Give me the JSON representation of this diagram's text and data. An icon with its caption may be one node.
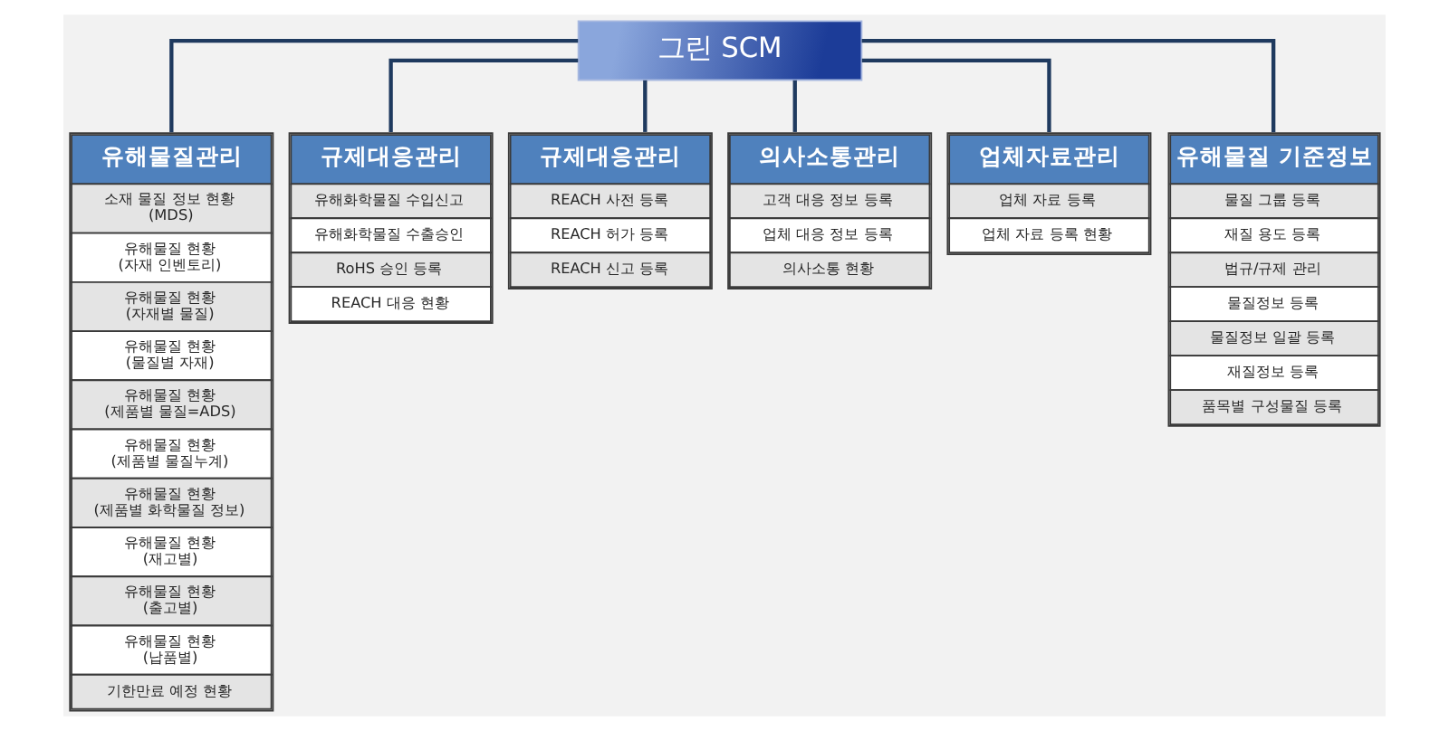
{
  "diagram": {
    "nodes": [
      {
        "text": [
          "그린 SCM"
        ]
      },
      {
        "text": [
          "유해물질관리",
          "소재 물질 정보 현황 (MDS)",
          "유해물질 현황 (자재 인벤토리)",
          "유해물질 현황 (자재별 물질)",
          "유해물질 현황 (물질별 자재)",
          "유해물질 현황 (제품별 물질=ADS)",
          "유해물질 현황 (제품별 물질누계)",
          "유해물질 현황 (제품별 화학물질 정보)",
          "유해물질 현황 (재고별)",
          "유해물질 현황 (출고별)",
          "유해물질 현황 (납품별)",
          "기한만료 예정 현황"
        ]
      },
      {
        "text": [
          "규제대응관리",
          "유해화학물질 수입신고",
          "유해화학물질 수출승인",
          "RoHS 승인 등록",
          "REACH 대응 현황"
        ]
      },
      {
        "text": [
          "규제대응관리",
          "REACH 사전 등록",
          "REACH 허가 등록",
          "REACH 신고 등록"
        ]
      },
      {
        "text": [
          "의사소통관리",
          "고객 대응 정보 등록",
          "업체 대응 정보 등록",
          "의사소통 현황"
        ]
      },
      {
        "text": [
          "업체자료관리",
          "업체 자료 등록",
          "업체 자료 등록 현황"
        ]
      },
      {
        "text": [
          "유해물질 기준정보",
          "물질 그룹 등록",
          "재질 용도 등록",
          "법규/규제 관리",
          "물질정보 등록",
          "물질정보 일괄 등록",
          "재질정보 등록",
          "품목별 구성물질 등록"
        ]
      }
    ],
    "edges": [
      {
        "from": 0,
        "to": 1,
        "arrow": "none"
      },
      {
        "from": 0,
        "to": 2,
        "arrow": "none"
      },
      {
        "from": 0,
        "to": 3,
        "arrow": "none"
      },
      {
        "from": 0,
        "to": 4,
        "arrow": "none"
      },
      {
        "from": 0,
        "to": 5,
        "arrow": "none"
      },
      {
        "from": 0,
        "to": 6,
        "arrow": "none"
      }
    ]
  }
}
